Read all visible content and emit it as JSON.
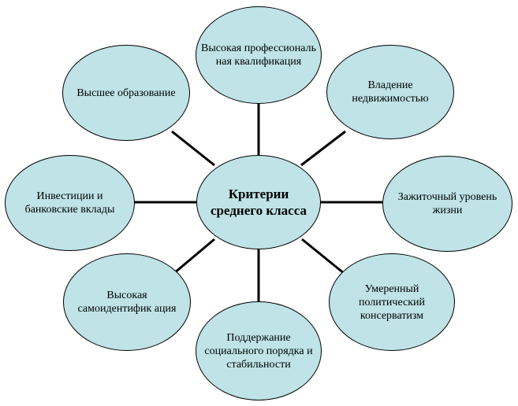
{
  "center": {
    "label": "Критерии среднего класса"
  },
  "nodes": {
    "top": {
      "label": "Высокая профессиональ ная квалификация"
    },
    "top_right": {
      "label": "Владение недвижимостью"
    },
    "right": {
      "label": "Зажиточный уровень жизни"
    },
    "bottom_right": {
      "label": "Умеренный политический консерватизм"
    },
    "bottom": {
      "label": "Поддержание социального порядка и стабильности"
    },
    "bottom_left": {
      "label": "Высокая самоидентифик ация"
    },
    "left": {
      "label": "Инвестиции и банковские вклады"
    },
    "top_left": {
      "label": "Высшее образование"
    }
  },
  "colors": {
    "fill": "#bfe3e6",
    "stroke": "#000000"
  }
}
